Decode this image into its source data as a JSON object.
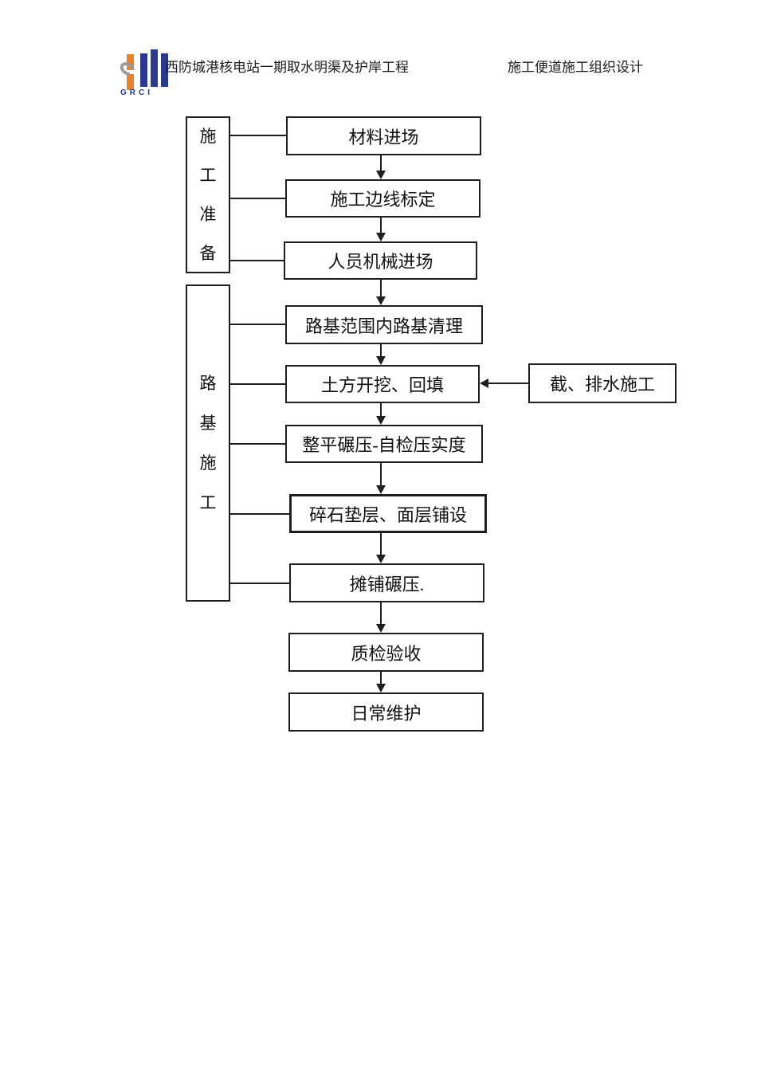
{
  "header": {
    "logo_text": "GRCI",
    "project_title": "西防城港核电站一期取水明渠及护岸工程",
    "doc_title": "施工便道施工组织设计"
  },
  "colors": {
    "logo_orange": "#E9822B",
    "logo_blue": "#2B3A8F",
    "logo_gray": "#9B9B9B",
    "line_black": "#1F1F1F"
  },
  "flowchart": {
    "phases": [
      {
        "label": "施工准备"
      },
      {
        "label": "路基施工"
      }
    ],
    "steps": [
      {
        "label": "材料进场"
      },
      {
        "label": "施工边线标定"
      },
      {
        "label": "人员机械进场"
      },
      {
        "label": "路基范围内路基清理"
      },
      {
        "label": "土方开挖、回填"
      },
      {
        "label": "整平碾压-自检压实度"
      },
      {
        "label": "碎石垫层、面层铺设"
      },
      {
        "label": "摊铺碾压."
      },
      {
        "label": "质检验收"
      },
      {
        "label": "日常维护"
      }
    ],
    "side_step": {
      "label": "截、排水施工"
    }
  }
}
